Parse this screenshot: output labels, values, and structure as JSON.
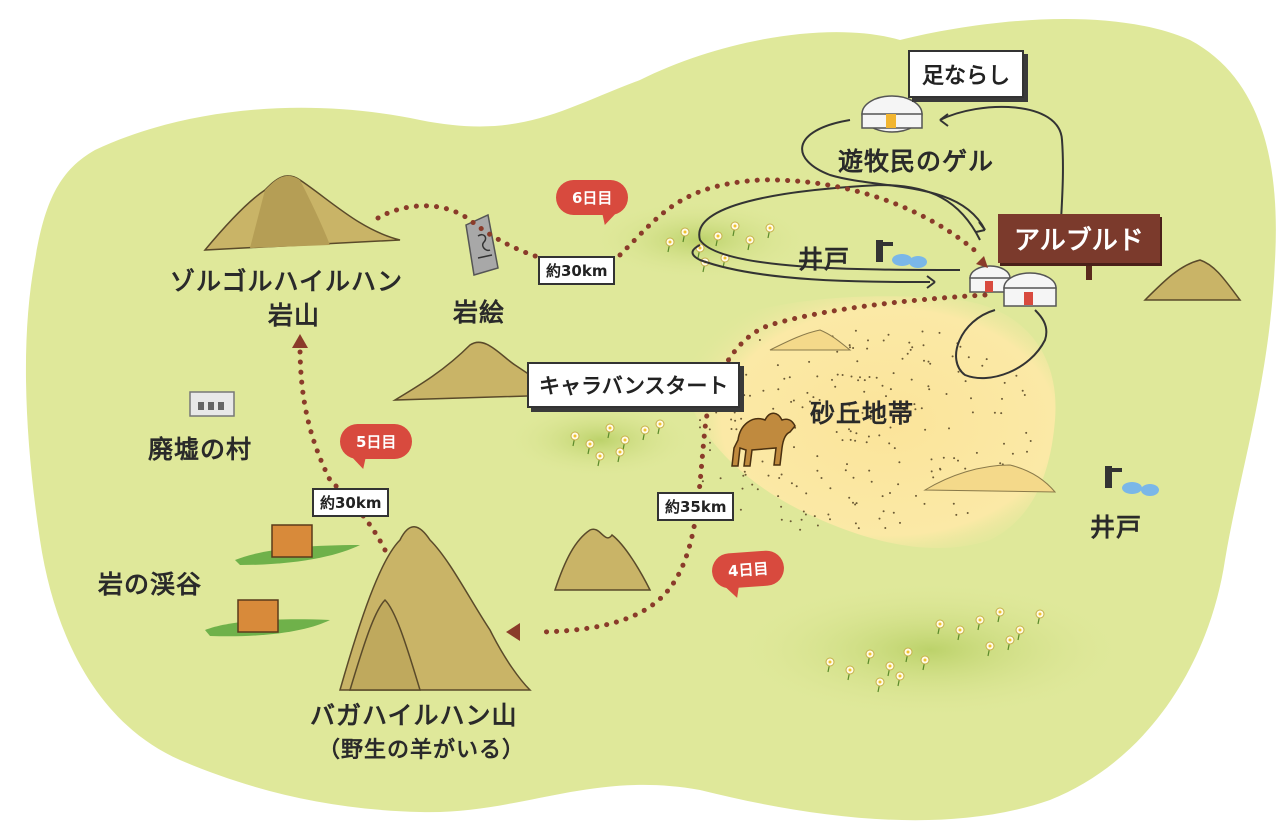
{
  "labels": {
    "zorgol_line1": "ゾルゴルハイルハン",
    "zorgol_line2": "岩山",
    "iwae": "岩絵",
    "haikyo": "廃墟の村",
    "keikoku": "岩の渓谷",
    "baga_line1": "バガハイルハン山",
    "baga_line2": "（野生の羊がいる）",
    "sakyu": "砂丘地帯",
    "well_upper": "井戸",
    "well_right": "井戸",
    "nomad_ger": "遊牧民のゲル",
    "ashinarashi": "足ならし",
    "caravan_start": "キャラバンスタート",
    "arbulag": "アルブルド"
  },
  "distances": {
    "d1": "約30km",
    "d2": "約30km",
    "d3": "約35km"
  },
  "days": {
    "day6": "6日目",
    "day5": "5日目",
    "day4": "4日目"
  },
  "colors": {
    "land": "#dfe89a",
    "grass": "#c9db7a",
    "sand": "#fbe49a",
    "route": "#8a3b2a",
    "bubble": "#d84a3e",
    "sign": "#7b3a2c",
    "mountain": "#c9b467",
    "water": "#7ab7e8"
  },
  "icons": [
    "ger-icon",
    "camel-icon",
    "well-icon",
    "petroglyph-icon",
    "ruins-icon",
    "canyon-icon",
    "flower-icon"
  ]
}
